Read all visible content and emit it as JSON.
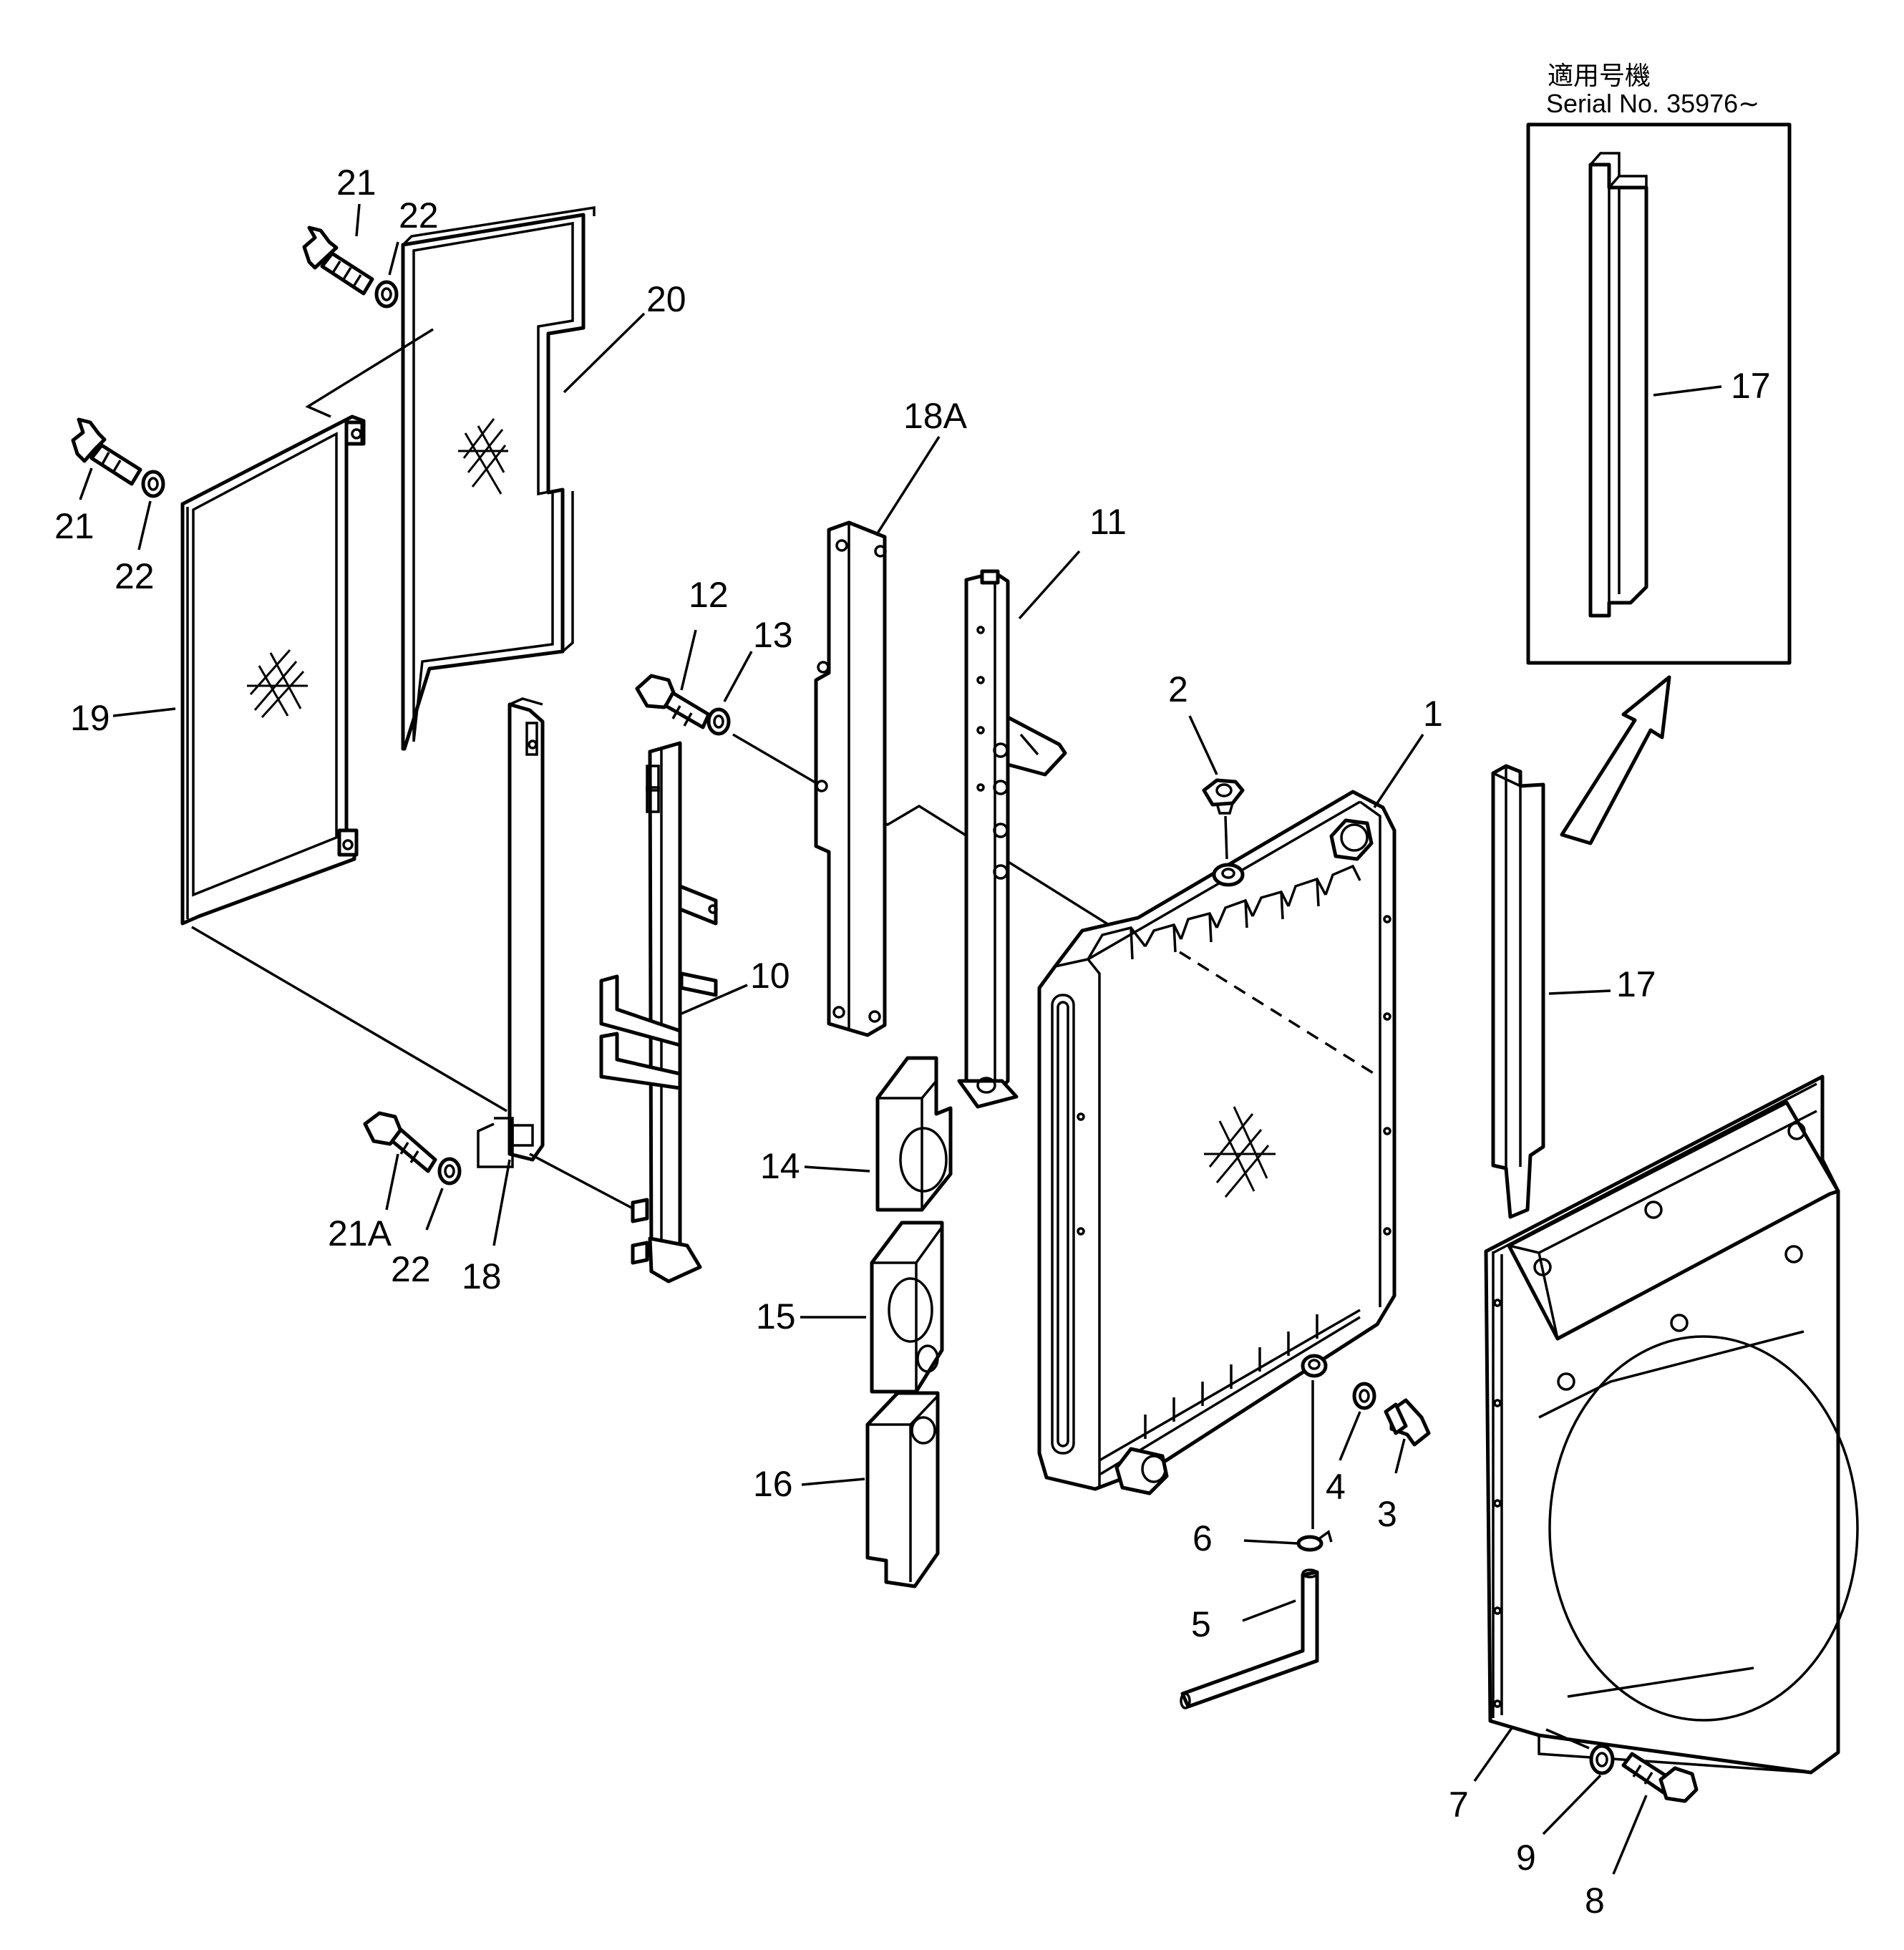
{
  "serial_note": {
    "line1": "適用号機",
    "line2": "Serial  No.  35976∼"
  },
  "part_labels": {
    "p1": "1",
    "p2": "2",
    "p3": "3",
    "p4": "4",
    "p5": "5",
    "p6": "6",
    "p7": "7",
    "p8": "8",
    "p9": "9",
    "p10": "10",
    "p11": "11",
    "p12": "12",
    "p13": "13",
    "p14": "14",
    "p15": "15",
    "p16": "16",
    "p17_inset": "17",
    "p17": "17",
    "p18": "18",
    "p18A": "18A",
    "p19": "19",
    "p20": "20",
    "p21_top": "21",
    "p22_top": "22",
    "p21_left": "21",
    "p22_left": "22",
    "p21A": "21A",
    "p22_bottom": "22"
  }
}
